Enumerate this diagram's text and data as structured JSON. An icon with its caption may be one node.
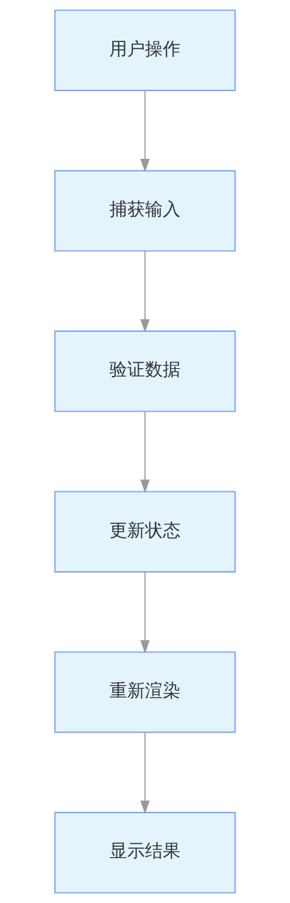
{
  "diagram": {
    "nodes": [
      {
        "text": [
          "用户操作"
        ]
      },
      {
        "text": [
          "捕获输入"
        ]
      },
      {
        "text": [
          "验证数据"
        ]
      },
      {
        "text": [
          "更新状态"
        ]
      },
      {
        "text": [
          "重新渲染"
        ]
      },
      {
        "text": [
          "显示结果"
        ]
      }
    ],
    "edges": [
      {
        "from": 0,
        "to": 1,
        "arrow": "to"
      },
      {
        "from": 1,
        "to": 2,
        "arrow": "to"
      },
      {
        "from": 2,
        "to": 3,
        "arrow": "to"
      },
      {
        "from": 3,
        "to": 4,
        "arrow": "to"
      },
      {
        "from": 4,
        "to": 5,
        "arrow": "to"
      }
    ]
  }
}
